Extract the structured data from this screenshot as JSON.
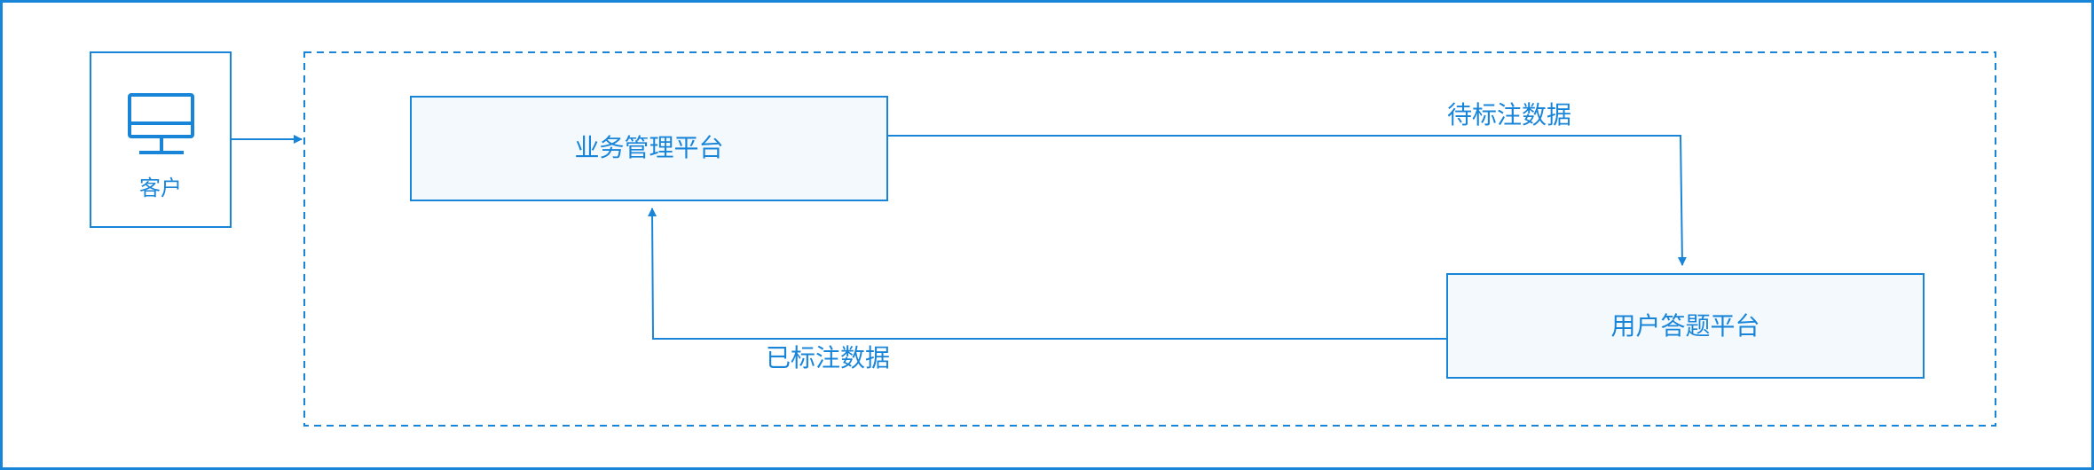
{
  "diagram": {
    "client_label": "客户",
    "business_platform": "业务管理平台",
    "user_platform": "用户答题平台",
    "edge_to_user_label": "待标注数据",
    "edge_to_business_label": "已标注数据",
    "colors": {
      "stroke": "#1985d9",
      "box_fill": "#f4f9fd",
      "text": "#1985d9"
    },
    "icons": {
      "client": "monitor-icon"
    }
  }
}
